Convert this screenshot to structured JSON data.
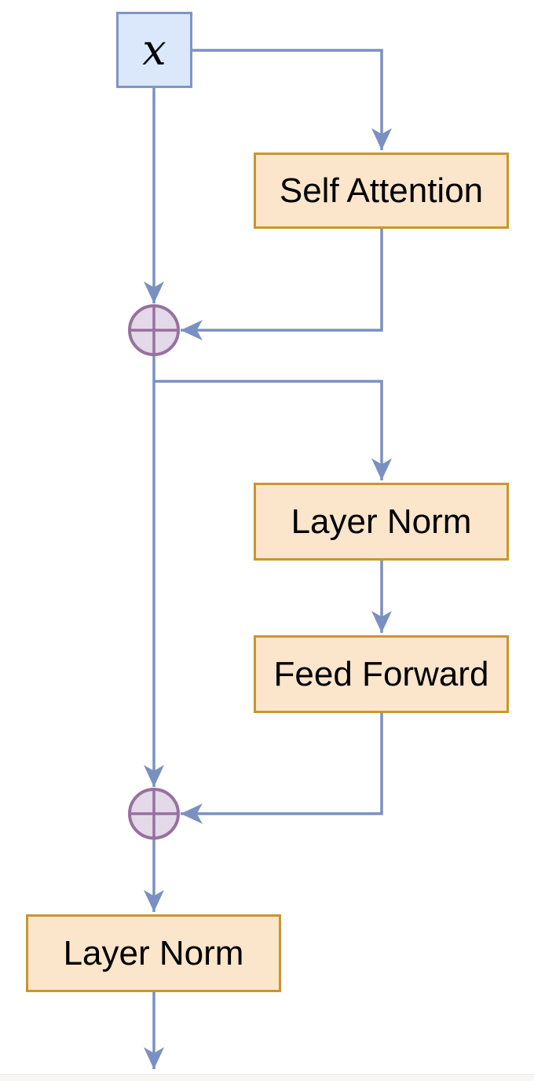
{
  "diagram": {
    "type": "flowchart",
    "nodes": {
      "input": {
        "label": "x"
      },
      "self_attention": {
        "label": "Self Attention"
      },
      "layer_norm_top": {
        "label": "Layer Norm"
      },
      "feed_forward": {
        "label": "Feed Forward"
      },
      "layer_norm_bottom": {
        "label": "Layer Norm"
      },
      "add_node_1": {
        "icon": "circled-plus-icon"
      },
      "add_node_2": {
        "icon": "circled-plus-icon"
      }
    },
    "colors": {
      "edge": "#7a90c2",
      "input_fill": "#dbe8fc",
      "input_stroke": "#7f95c4",
      "block_fill": "#fbe5cb",
      "block_stroke": "#c9962f",
      "add_fill": "#e3d9e9",
      "add_stroke": "#97719f",
      "label_text": "#000000",
      "background": "#ffffff",
      "footer_strip": "#faf7f2"
    }
  }
}
